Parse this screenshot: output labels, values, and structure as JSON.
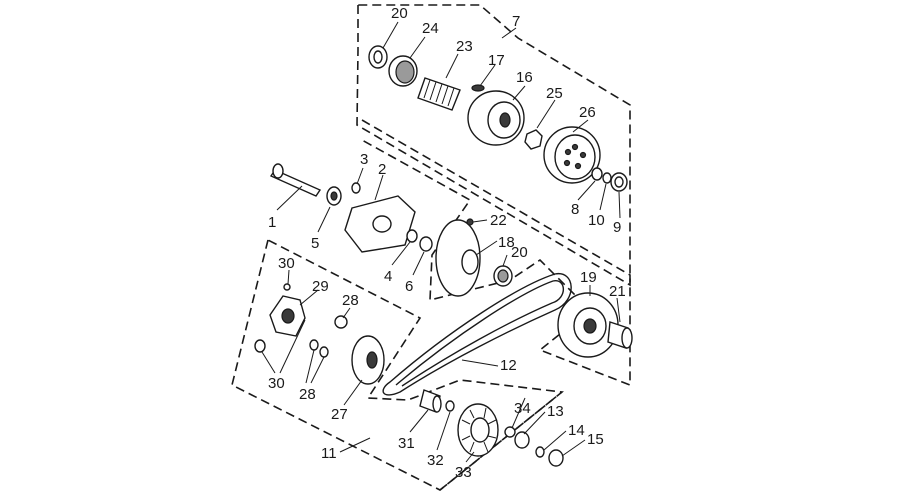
{
  "callouts": [
    {
      "id": "c20a",
      "text": "20"
    },
    {
      "id": "c24",
      "text": "24"
    },
    {
      "id": "c23",
      "text": "23"
    },
    {
      "id": "c7",
      "text": "7"
    },
    {
      "id": "c17",
      "text": "17"
    },
    {
      "id": "c16",
      "text": "16"
    },
    {
      "id": "c25",
      "text": "25"
    },
    {
      "id": "c26",
      "text": "26"
    },
    {
      "id": "c3",
      "text": "3"
    },
    {
      "id": "c2",
      "text": "2"
    },
    {
      "id": "c1",
      "text": "1"
    },
    {
      "id": "c5",
      "text": "5"
    },
    {
      "id": "c8",
      "text": "8"
    },
    {
      "id": "c10",
      "text": "10"
    },
    {
      "id": "c9",
      "text": "9"
    },
    {
      "id": "c22",
      "text": "22"
    },
    {
      "id": "c18",
      "text": "18"
    },
    {
      "id": "c20b",
      "text": "20"
    },
    {
      "id": "c4",
      "text": "4"
    },
    {
      "id": "c6",
      "text": "6"
    },
    {
      "id": "c19",
      "text": "19"
    },
    {
      "id": "c21",
      "text": "21"
    },
    {
      "id": "c30a",
      "text": "30"
    },
    {
      "id": "c29",
      "text": "29"
    },
    {
      "id": "c28a",
      "text": "28"
    },
    {
      "id": "c30b",
      "text": "30"
    },
    {
      "id": "c28b",
      "text": "28"
    },
    {
      "id": "c12",
      "text": "12"
    },
    {
      "id": "c27",
      "text": "27"
    },
    {
      "id": "c34",
      "text": "34"
    },
    {
      "id": "c13",
      "text": "13"
    },
    {
      "id": "c14",
      "text": "14"
    },
    {
      "id": "c15",
      "text": "15"
    },
    {
      "id": "c11",
      "text": "11"
    },
    {
      "id": "c31",
      "text": "31"
    },
    {
      "id": "c32",
      "text": "32"
    },
    {
      "id": "c33",
      "text": "33"
    }
  ]
}
